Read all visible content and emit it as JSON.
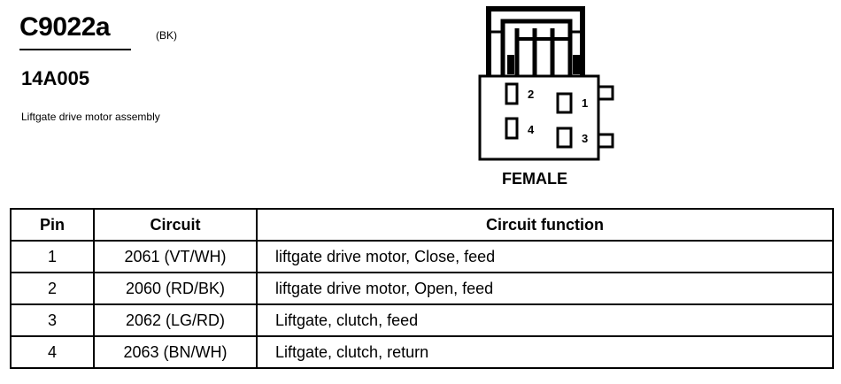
{
  "connector": {
    "id": "C9022a",
    "color_code": "(BK)",
    "part_number": "14A005",
    "description": "Liftgate drive motor assembly",
    "gender": "FEMALE",
    "pin_labels": [
      "2",
      "1",
      "4",
      "3"
    ]
  },
  "table": {
    "headers": {
      "pin": "Pin",
      "circuit": "Circuit",
      "function": "Circuit function"
    },
    "rows": [
      {
        "pin": "1",
        "circuit": "2061 (VT/WH)",
        "function": "liftgate drive motor, Close, feed"
      },
      {
        "pin": "2",
        "circuit": "2060 (RD/BK)",
        "function": "liftgate drive motor, Open, feed"
      },
      {
        "pin": "3",
        "circuit": "2062 (LG/RD)",
        "function": "Liftgate, clutch, feed"
      },
      {
        "pin": "4",
        "circuit": "2063 (BN/WH)",
        "function": "Liftgate, clutch, return"
      }
    ]
  }
}
